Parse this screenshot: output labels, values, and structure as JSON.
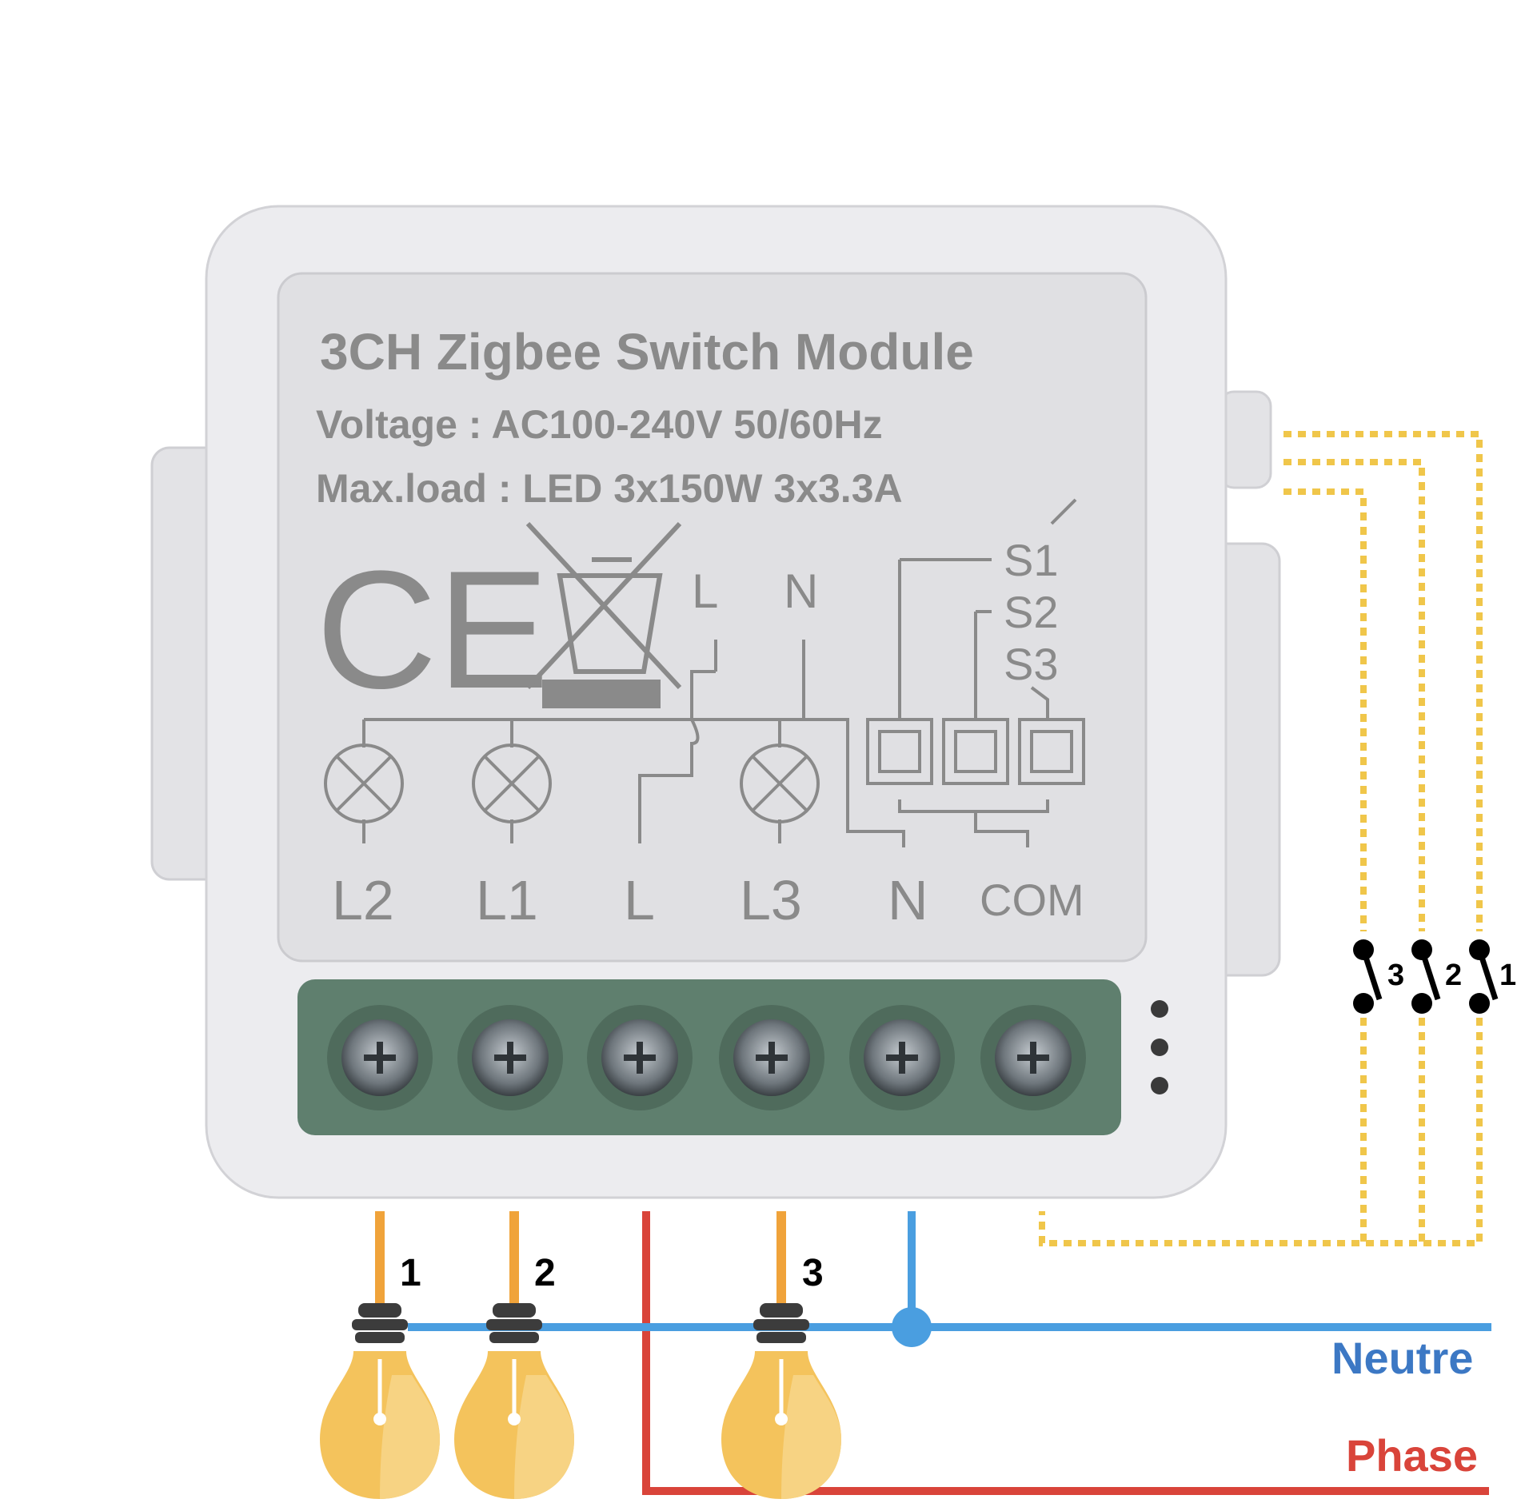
{
  "module": {
    "title": "3CH Zigbee Switch Module",
    "voltage": "Voltage : AC100-240V 50/60Hz",
    "max_load": "Max.load : LED 3x150W 3x3.3A",
    "ce_mark": "CE",
    "schematic": {
      "top_L": "L",
      "top_N": "N",
      "s1": "S1",
      "s2": "S2",
      "s3": "S3"
    },
    "terminals": [
      "L2",
      "L1",
      "L",
      "L3",
      "N",
      "COM"
    ]
  },
  "bulbs": [
    {
      "number": "1"
    },
    {
      "number": "2"
    },
    {
      "number": "3"
    }
  ],
  "switches": [
    {
      "number": "3"
    },
    {
      "number": "2"
    },
    {
      "number": "1"
    }
  ],
  "wires": {
    "neutral_label": "Neutre",
    "phase_label": "Phase",
    "neutral_color": "#4a9ee0",
    "phase_color": "#d9443a",
    "load_color": "#f0a33a",
    "switch_wire_color": "#f0c64a"
  },
  "colors": {
    "module_body": "#e9e9ec",
    "label_plate": "#dedee1",
    "label_text": "#8a8a8a",
    "terminal_block": "#5f7f6e",
    "bulb_glass": "#f4c35c"
  }
}
